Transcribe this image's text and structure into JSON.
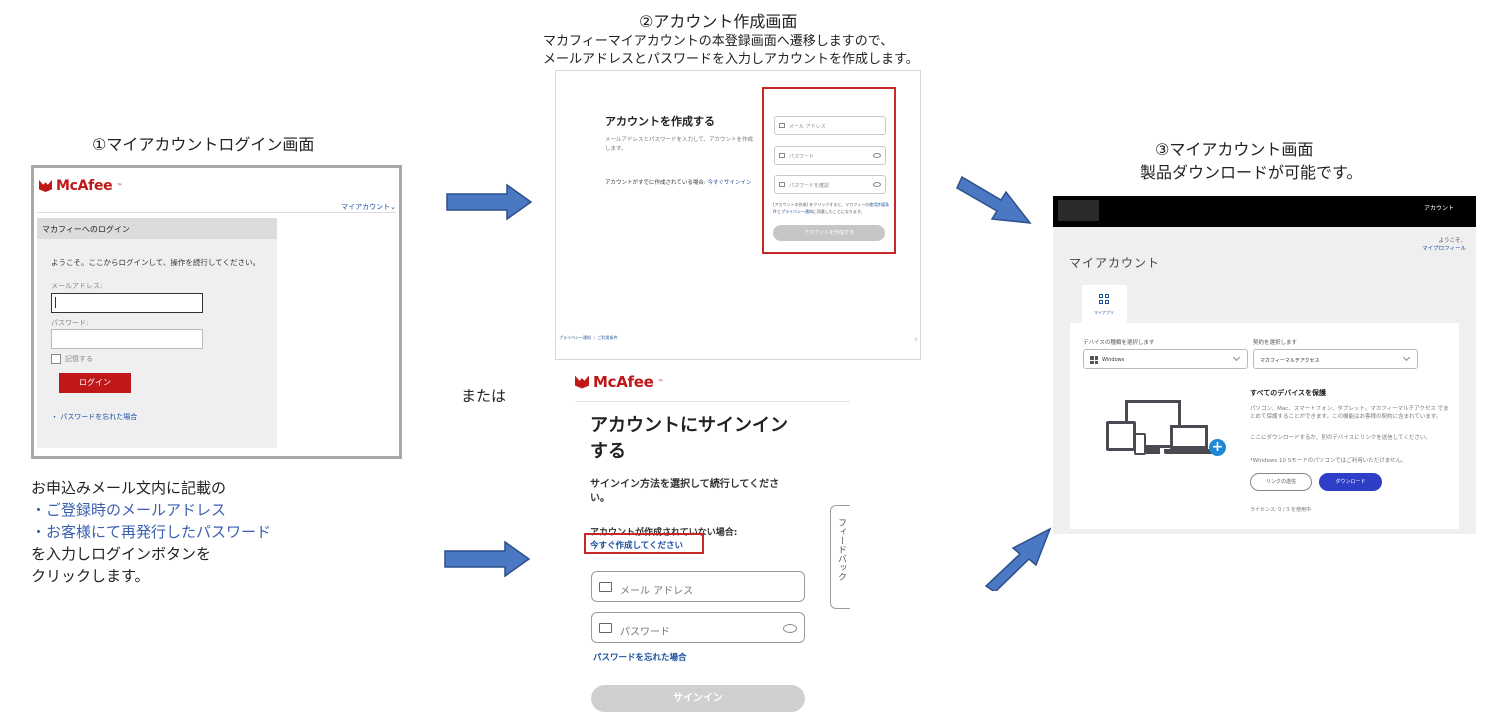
{
  "step1": {
    "title": "①マイアカウントログイン画面",
    "logo": "McAfee",
    "logo_tm": "™",
    "account_link": "マイアカウント⌄",
    "header": "マカフィーへのログイン",
    "welcome": "ようこそ。ここからログインして、操作を続行してください。",
    "email_label": "メールアドレス:",
    "password_label": "パスワード:",
    "remember": "記憶する",
    "login_button": "ログイン",
    "forgot": "・ パスワードを忘れた場合",
    "desc": {
      "line1": "お申込みメール文内に記載の",
      "line2": "・ご登録時のメールアドレス",
      "line3": "・お客様にて再発行したパスワード",
      "line4": "を入力しログインボタンを",
      "line5": "クリックします。"
    }
  },
  "step2": {
    "title": "②アカウント作成画面",
    "sub1": "マカフィーマイアカウントの本登録画面へ遷移しますので、",
    "sub2": "メールアドレスとパスワードを入力しアカウントを作成します。",
    "heading": "アカウントを作成する",
    "text": "メールアドレスとパスワードを入力して、アカウントを作成します。",
    "already": "アカウントがすでに作成されている場合:",
    "already_link": "今すぐサインイン",
    "email_ph": "メール アドレス",
    "password_ph": "パスワード",
    "confirm_ph": "パスワードを確認",
    "terms_a": "[アカウントの作成] をクリックすると、マカフィーの",
    "terms_link1": "使用許諾条件",
    "terms_b": "と",
    "terms_link2": "プライバシー通知",
    "terms_c": "に同意したことになります。",
    "create_button": "アカウントを作成する",
    "footer": "プライバシー通知 ｜ ご利用条件",
    "corner": "©"
  },
  "or_text": "または",
  "step4": {
    "logo": "McAfee",
    "logo_tm": "™",
    "heading_l1": "アカウントにサインイン",
    "heading_l2": "する",
    "choose_l1": "サインイン方法を選択して続行してくださ",
    "choose_l2": "い。",
    "no_account": "アカウントが作成されていない場合:",
    "create_now": "今すぐ作成してください",
    "email_ph": "メール アドレス",
    "password_ph": "パスワード",
    "forgot": "パスワードを忘れた場合",
    "signin_button": "サインイン",
    "feedback": "フィードバック"
  },
  "step3": {
    "title": "③マイアカウント画面",
    "sub": "製品ダウンロードが可能です。",
    "bar_account": "アカウント",
    "welcome": "ようこそ、",
    "profile": "マイプロフィール",
    "heading": "マイアカウント",
    "tab_label": "マイアプリ",
    "device_label": "デバイスの種類を選択します",
    "device_value": "Windows",
    "contract_label": "契約を選択します",
    "contract_value": "マカフィーマルチアクセス",
    "protect_title": "すべてのデバイスを保護",
    "protect_text1": "パソコン、Mac、スマートフォン、タブレット。マカフィーマルチアクセス でまとめて保護することができます。この機能はお客様の契約に含まれています。",
    "protect_text2": "ここにダウンロードするか、別のデバイスにリンクを送信してください。",
    "protect_note": "*Windows 10 Sモードのパソコンではご利用いただけません。",
    "send_link": "リンクの送信",
    "download": "ダウンロード",
    "license": "ライセンス: 0 / 3 を使用中"
  },
  "colors": {
    "mcafee_red": "#c01818",
    "highlight_red": "#c62828",
    "arrow_fill": "#4a78c2",
    "link_blue": "#1a4fa0",
    "download_blue": "#2f3ec6"
  }
}
